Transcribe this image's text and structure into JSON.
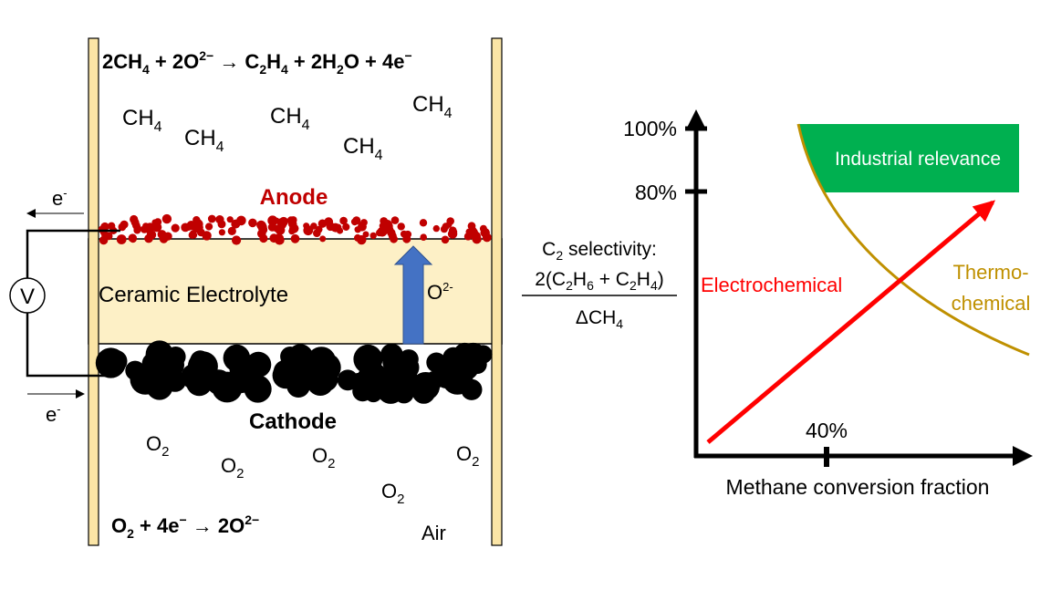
{
  "cell": {
    "anode_reaction": {
      "pre": "2CH",
      "s1": "4",
      "mid1": " + 2O",
      "sup1": "2−",
      "arrow": " → C",
      "s2": "2",
      "h": "H",
      "s3": "4",
      "mid2": " + 2H",
      "s4": "2",
      "tail": "O + 4e",
      "sup2": "−"
    },
    "cathode_reaction": {
      "pre": "O",
      "s1": "2",
      "mid": " + 4e",
      "sup1": "−",
      "arrow": " → 2O",
      "sup2": "2−"
    },
    "methane": {
      "base": "CH",
      "sub": "4"
    },
    "oxygen": {
      "base": "O",
      "sub": "2"
    },
    "anode_label": "Anode",
    "cathode_label": "Cathode",
    "electrolyte_label": "Ceramic Electrolyte",
    "ion_label": {
      "base": "O",
      "sup": "2-"
    },
    "electron_label": {
      "base": "e",
      "sup": "-"
    },
    "voltmeter_label": "V",
    "air_label": "Air",
    "colors": {
      "anode": "#c00000",
      "wall": "#fbe5a6",
      "electrolyte": "#fdf0c6",
      "arrow": "#4472c4"
    }
  },
  "plot": {
    "ylabel_line1": {
      "base": "C",
      "sub": "2",
      "rest": " selectivity:"
    },
    "ylabel_num": {
      "a": "2(C",
      "s1": "2",
      "b": "H",
      "s2": "6",
      "c": " + C",
      "s3": "2",
      "d": "H",
      "s4": "4",
      "e": ")"
    },
    "ylabel_den": {
      "a": "ΔCH",
      "s": "4"
    },
    "xlabel": "Methane conversion fraction",
    "yticks": [
      "100%",
      "80%"
    ],
    "xticks": [
      "40%"
    ],
    "region_label": "Industrial relevance",
    "electro_label": "Electrochemical",
    "thermo_label1": "Thermo-",
    "thermo_label2": "chemical",
    "colors": {
      "region": "#00b050",
      "electro": "#ff0000",
      "thermo": "#bf9000"
    }
  }
}
